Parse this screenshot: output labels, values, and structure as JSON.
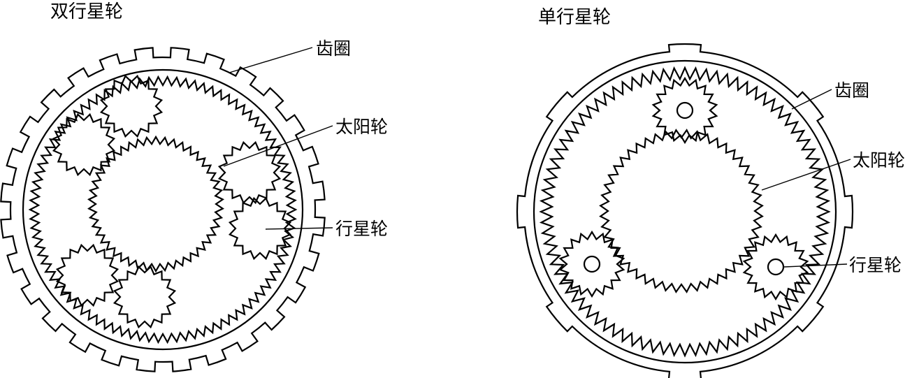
{
  "double": {
    "title": "双行星轮",
    "label_ring": "齿圈",
    "label_sun": "太阳轮",
    "label_planet": "行星轮"
  },
  "single": {
    "title": "单行星轮",
    "label_ring": "齿圈",
    "label_sun": "太阳轮",
    "label_planet": "行星轮"
  }
}
